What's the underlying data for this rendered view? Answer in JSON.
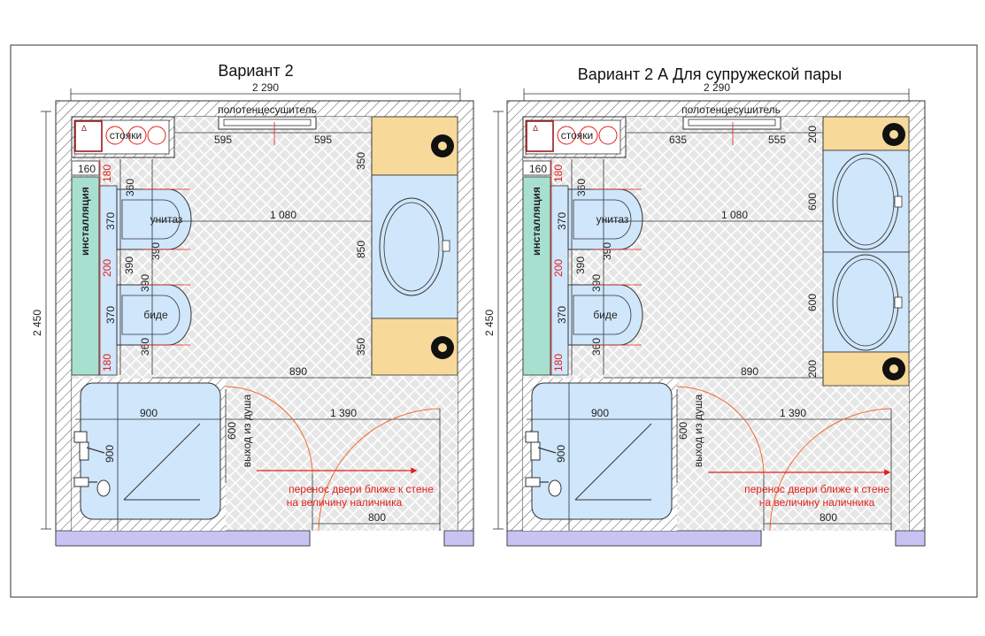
{
  "colors": {
    "wall_hatch": "#444444",
    "tile_fill": "#e4e4e4",
    "fixture_fill": "#cfe6fb",
    "cabinet_fill": "#f7d99a",
    "installation_fill": "#a8e0cf",
    "floor_strip": "#c7c4f3",
    "riser_border": "#9b1b1b",
    "red": "#e0201a"
  },
  "plans": [
    {
      "title": "Вариант 2",
      "width_dim": "2 290",
      "height_dim": "2 450",
      "towel_label": "полотенцесушитель",
      "top_left_dim": "595",
      "top_right_dim": "595",
      "riser_label": "стояки",
      "inst_width": "160",
      "installation_label": "инсталляция",
      "wc_label": "унитаз",
      "bidet_label": "биде",
      "red_dims": [
        "180",
        "200",
        "180"
      ],
      "left_dims": [
        "370",
        "390",
        "370"
      ],
      "mid_dims": [
        "360",
        "390",
        "390",
        "360"
      ],
      "center_dim": "1 080",
      "right_dims": [
        "350",
        "850",
        "350"
      ],
      "shower_front_dim": "890",
      "shower_w": "900",
      "shower_h": "900",
      "door_span_dim": "1 390",
      "exit_width": "600",
      "exit_label": "выход из душа",
      "note_line1": "перенос двери ближе к стене",
      "note_line2": "на величину наличника",
      "door_dim": "800"
    },
    {
      "title": "Вариант 2 А Для супружеской пары",
      "width_dim": "2 290",
      "height_dim": "2 450",
      "towel_label": "полотенцесушитель",
      "top_left_dim": "635",
      "top_right_dim": "555",
      "riser_label": "стояки",
      "inst_width": "160",
      "installation_label": "инсталляция",
      "wc_label": "унитаз",
      "bidet_label": "биде",
      "red_dims": [
        "180",
        "200",
        "180"
      ],
      "left_dims": [
        "370",
        "390",
        "370"
      ],
      "mid_dims": [
        "360",
        "390",
        "390",
        "360"
      ],
      "center_dim": "1 080",
      "right_dims": [
        "200",
        "600",
        "600",
        "200"
      ],
      "shower_front_dim": "890",
      "shower_w": "900",
      "shower_h": "900",
      "door_span_dim": "1 390",
      "exit_width": "600",
      "exit_label": "выход из душа",
      "note_line1": "перенос двери ближе к стене",
      "note_line2": "на величину наличника",
      "door_dim": "800"
    }
  ]
}
